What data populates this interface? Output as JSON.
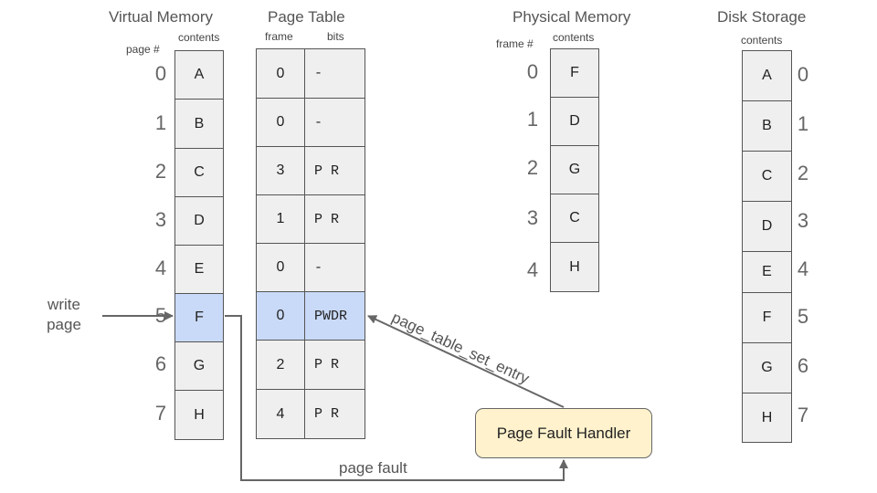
{
  "virtual_memory": {
    "title": "Virtual Memory",
    "page_label": "page #",
    "contents_label": "contents",
    "pages": [
      {
        "num": "0",
        "content": "A"
      },
      {
        "num": "1",
        "content": "B"
      },
      {
        "num": "2",
        "content": "C"
      },
      {
        "num": "3",
        "content": "D"
      },
      {
        "num": "4",
        "content": "E"
      },
      {
        "num": "5",
        "content": "F"
      },
      {
        "num": "6",
        "content": "G"
      },
      {
        "num": "7",
        "content": "H"
      }
    ]
  },
  "page_table": {
    "title": "Page Table",
    "frame_label": "frame",
    "bits_label": "bits",
    "entries": [
      {
        "frame": "0",
        "bits": "-"
      },
      {
        "frame": "0",
        "bits": "-"
      },
      {
        "frame": "3",
        "bits": "P R"
      },
      {
        "frame": "1",
        "bits": "P R"
      },
      {
        "frame": "0",
        "bits": "-"
      },
      {
        "frame": "0",
        "bits": "PWDR"
      },
      {
        "frame": "2",
        "bits": "P R"
      },
      {
        "frame": "4",
        "bits": "P R"
      }
    ]
  },
  "physical_memory": {
    "title": "Physical Memory",
    "frame_label": "frame #",
    "contents_label": "contents",
    "frames": [
      {
        "num": "0",
        "content": "F"
      },
      {
        "num": "1",
        "content": "D"
      },
      {
        "num": "2",
        "content": "G"
      },
      {
        "num": "3",
        "content": "C"
      },
      {
        "num": "4",
        "content": "H"
      }
    ]
  },
  "disk_storage": {
    "title": "Disk Storage",
    "contents_label": "contents",
    "blocks": [
      {
        "num": "0",
        "content": "A"
      },
      {
        "num": "1",
        "content": "B"
      },
      {
        "num": "2",
        "content": "C"
      },
      {
        "num": "3",
        "content": "D"
      },
      {
        "num": "4",
        "content": "E"
      },
      {
        "num": "5",
        "content": "F"
      },
      {
        "num": "6",
        "content": "G"
      },
      {
        "num": "7",
        "content": "H"
      }
    ]
  },
  "handler_label": "Page Fault Handler",
  "write_label_line1": "write",
  "write_label_line2": "page",
  "page_fault_label": "page fault",
  "set_entry_label": "page_table_set_entry",
  "highlight_color": "#c9daf8",
  "handler_color": "#fff2cc"
}
